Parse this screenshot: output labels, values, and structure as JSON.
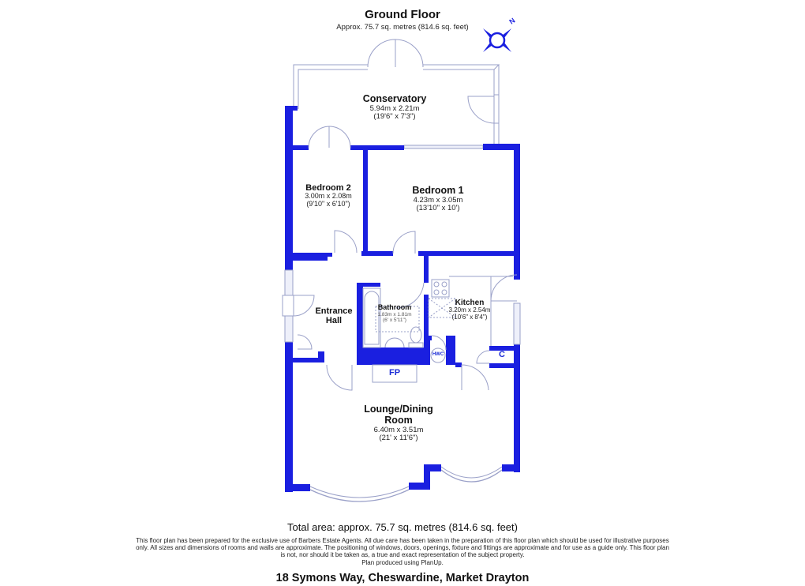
{
  "header": {
    "title": "Ground Floor",
    "subtitle": "Approx. 75.7 sq. metres (814.6 sq. feet)"
  },
  "compass": {
    "icon": "north-compass-icon",
    "label": "N"
  },
  "colors": {
    "wall": "#1a1fe0",
    "window": "#c9cbe6",
    "line": "#9aa0c8",
    "text": "#111111",
    "tag": "#1a2bd6"
  },
  "rooms": [
    {
      "id": "conservatory",
      "name": "Conservatory",
      "metric": "5.94m x 2.21m",
      "imperial": "(19'6\" x 7'3\")"
    },
    {
      "id": "bedroom2",
      "name": "Bedroom 2",
      "metric": "3.00m x 2.08m",
      "imperial": "(9'10\" x 6'10\")"
    },
    {
      "id": "bedroom1",
      "name": "Bedroom 1",
      "metric": "4.23m x 3.05m",
      "imperial": "(13'10\" x 10')"
    },
    {
      "id": "entrance",
      "name": "Entrance Hall",
      "name_line1": "Entrance",
      "name_line2": "Hall"
    },
    {
      "id": "bathroom",
      "name": "Bathroom",
      "metric": "1.83m x 1.81m",
      "imperial": "(6' x 5'11\")"
    },
    {
      "id": "kitchen",
      "name": "Kitchen",
      "metric": "3.20m x 2.54m",
      "imperial": "(10'6\" x 8'4\")"
    },
    {
      "id": "lounge",
      "name": "Lounge/Dining Room",
      "name_line1": "Lounge/Dining",
      "name_line2": "Room",
      "metric": "6.40m x 3.51m",
      "imperial": "(21' x 11'6\")"
    }
  ],
  "tags": {
    "fireplace": "FP",
    "hot_water_cylinder": "HWC",
    "cupboard": "C"
  },
  "footer": {
    "total_area": "Total area: approx. 75.7 sq. metres (814.6 sq. feet)",
    "disclaimer": "This floor plan has been prepared for the exclusive use of Barbers Estate Agents. All due care has been taken in the preparation of this floor plan which should be used for illustrative purposes only. All sizes and dimensions of rooms and walls are approximate. The positioning of windows, doors, openings, fixture and fittings are approximate and for use as a guide only. This floor plan is not, nor should it be taken as, a true and exact representation of the subject property.",
    "produced_by": "Plan produced using PlanUp.",
    "address": "18 Symons Way, Cheswardine, Market Drayton"
  }
}
